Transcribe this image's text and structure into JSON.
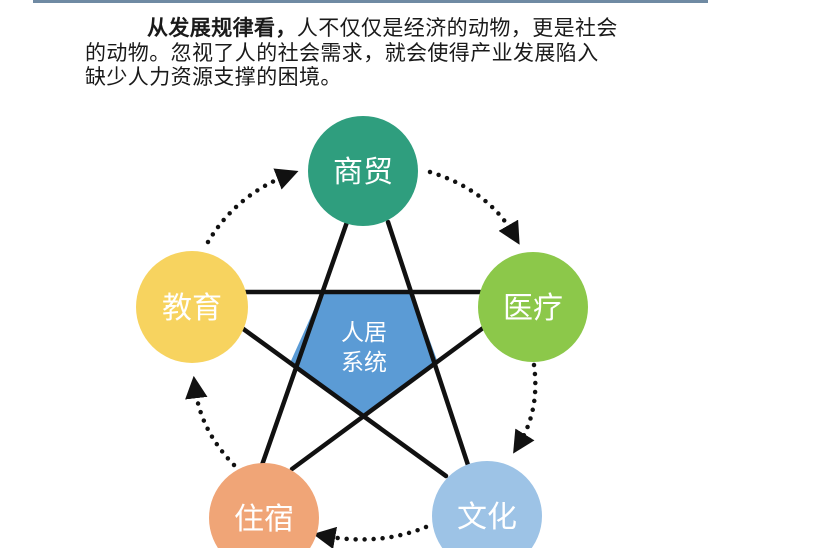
{
  "intro": {
    "bold_lead": "从发展规律看，",
    "line1_rest": "人不仅仅是经济的动物，更是社会",
    "line2": "的动物。忽视了人的社会需求，就会使得产业发展陷入",
    "line3": "缺少人力资源支撑的困境。"
  },
  "diagram": {
    "center": {
      "line1": "人居",
      "line2": "系统",
      "color": "#5b9bd5"
    },
    "nodes": [
      {
        "id": "commerce",
        "label": "商贸",
        "color": "#2f9e7e"
      },
      {
        "id": "medical",
        "label": "医疗",
        "color": "#8cc84a"
      },
      {
        "id": "culture",
        "label": "文化",
        "color": "#9dc3e6"
      },
      {
        "id": "lodging",
        "label": "住宿",
        "color": "#f0a577"
      },
      {
        "id": "education",
        "label": "教育",
        "color": "#f7d35f"
      }
    ],
    "cycle_order": [
      "商贸",
      "医疗",
      "文化",
      "住宿",
      "教育"
    ],
    "star_line_color": "#111111",
    "arrow_color": "#111111"
  },
  "colors": {
    "top_rule": "#6f8aa3",
    "text": "#1a1a1a"
  }
}
